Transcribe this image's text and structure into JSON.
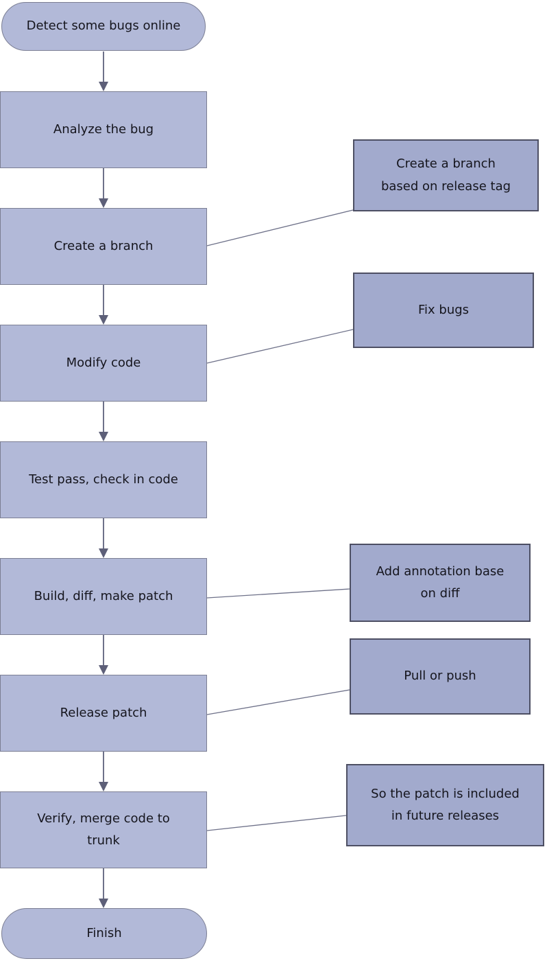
{
  "flow": {
    "start": "Detect some bugs online",
    "steps": [
      "Analyze the bug",
      "Create a branch",
      "Modify code",
      "Test pass, check in code",
      "Build, diff, make patch",
      "Release patch",
      "Verify,  merge code to trunk"
    ],
    "end": "Finish",
    "annotations": [
      "Create a branch based on release tag",
      "Fix bugs",
      "Add annotation base on diff",
      "Pull or push",
      "So the patch is included in future releases"
    ]
  },
  "colors": {
    "canvas_bg": "#ffffff",
    "node_fill": "#b2b9d8",
    "node_border": "#7b7e93",
    "side_fill": "#a2aacd",
    "side_border": "#4d4f63",
    "edge": "#6e7189",
    "arrowhead": "#5d5f78",
    "text": "#15151d"
  }
}
